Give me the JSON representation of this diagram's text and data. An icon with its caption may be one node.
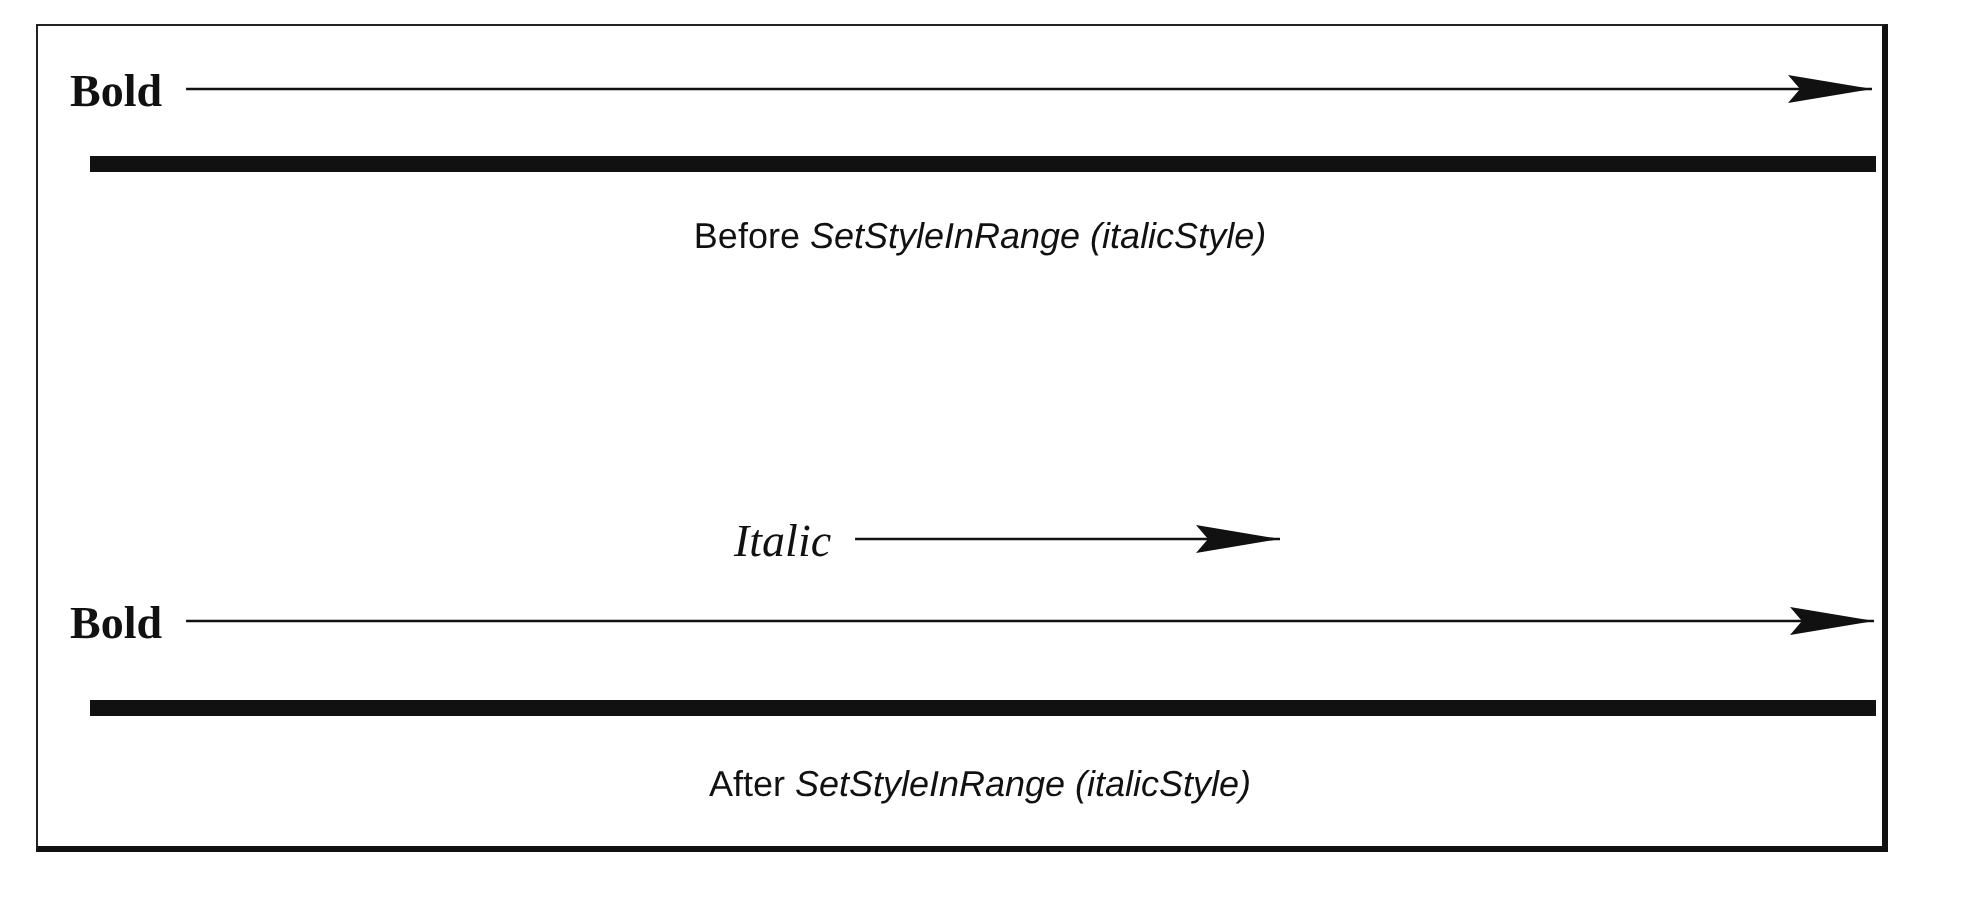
{
  "diagram": {
    "nodes": [
      {
        "text": [
          "Bold"
        ]
      },
      {
        "text": [
          "Italic"
        ]
      },
      {
        "text": [
          "Bold"
        ]
      }
    ],
    "edges": [
      {
        "from": 0,
        "to": null,
        "arrow": "to"
      },
      {
        "from": 1,
        "to": null,
        "arrow": "to"
      },
      {
        "from": 2,
        "to": null,
        "arrow": "to"
      }
    ],
    "labels": [
      "Before *SetStyleInRange (italicStyle)*",
      "After *SetStyleInRange (italicStyle)*"
    ]
  }
}
